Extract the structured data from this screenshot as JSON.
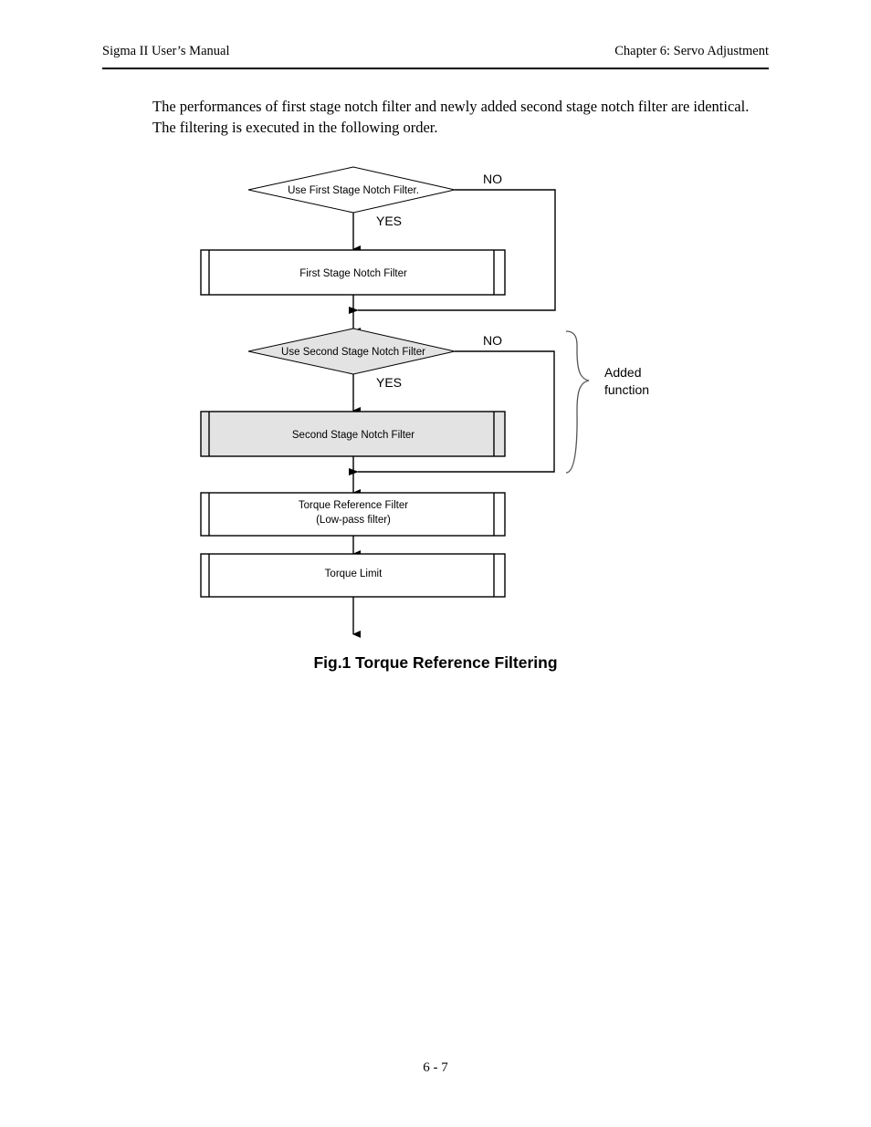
{
  "header": {
    "left": "Sigma II User’s Manual",
    "right": "Chapter 6:  Servo Adjustment"
  },
  "body": {
    "line1": "The performances of first stage notch filter and newly added second stage notch filter are identical.",
    "line2": "The filtering is executed in the following order."
  },
  "figure": {
    "caption": "Fig.1 Torque Reference Filtering",
    "nodes": {
      "decision1": "Use First Stage Notch Filter.",
      "process1": "First Stage Notch Filter",
      "decision2": "Use Second Stage Notch Filter",
      "process2": "Second Stage Notch Filter",
      "process3_line1": "Torque Reference Filter",
      "process3_line2": "(Low-pass filter)",
      "process4": "Torque Limit"
    },
    "branches": {
      "no1": "NO",
      "yes1": "YES",
      "no2": "NO",
      "yes2": "YES"
    },
    "annotation": {
      "line1": "Added",
      "line2": "function"
    },
    "colors": {
      "shaded_fill": "#e3e3e3",
      "plain_fill": "#ffffff",
      "stroke": "#000000"
    }
  },
  "footer": {
    "page_number": "6 - 7"
  }
}
